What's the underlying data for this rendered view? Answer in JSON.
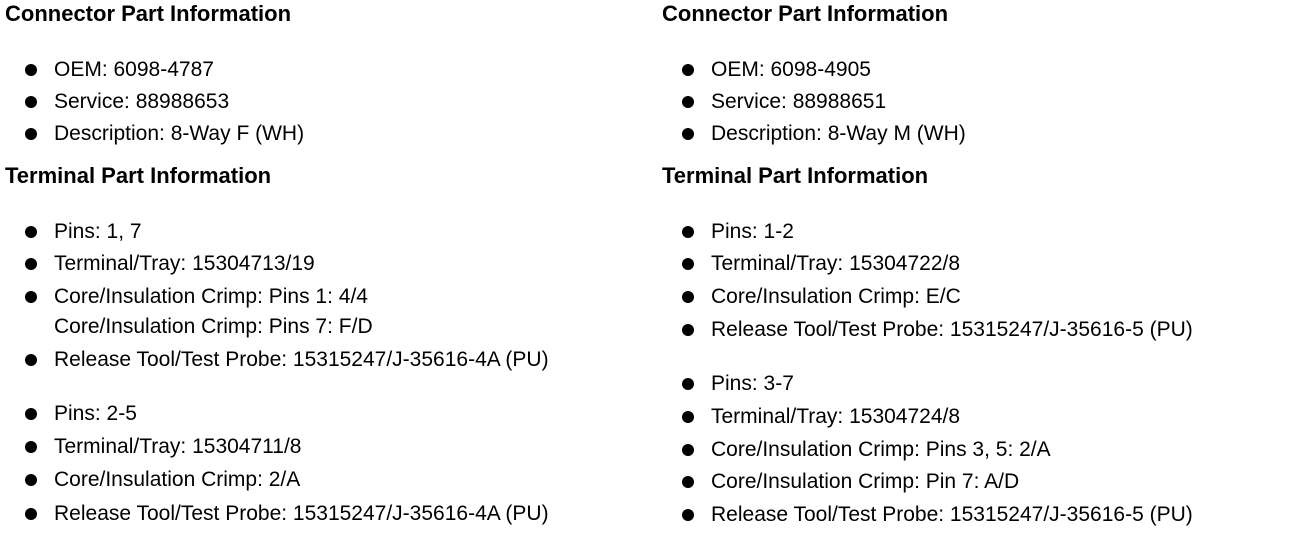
{
  "left": {
    "connector_heading": "Connector Part Information",
    "connector_items": [
      "OEM: 6098-4787",
      "Service: 88988653",
      "Description: 8-Way F (WH)"
    ],
    "terminal_heading": "Terminal Part Information",
    "group1": {
      "pins": "Pins: 1, 7",
      "terminal_tray": "Terminal/Tray: 15304713/19",
      "crimp_line1": "Core/Insulation Crimp: Pins 1: 4/4",
      "crimp_line2": "Core/Insulation Crimp: Pins 7: F/D",
      "release_tool": "Release Tool/Test Probe: 15315247/J-35616-4A (PU)"
    },
    "group2": {
      "pins": "Pins: 2-5",
      "terminal_tray": "Terminal/Tray: 15304711/8",
      "crimp": "Core/Insulation Crimp: 2/A",
      "release_tool": "Release Tool/Test Probe: 15315247/J-35616-4A (PU)"
    }
  },
  "right": {
    "connector_heading": "Connector Part Information",
    "connector_items": [
      "OEM: 6098-4905",
      "Service: 88988651",
      "Description: 8-Way M (WH)"
    ],
    "terminal_heading": "Terminal Part Information",
    "group1": {
      "pins": "Pins: 1-2",
      "terminal_tray": "Terminal/Tray: 15304722/8",
      "crimp": "Core/Insulation Crimp: E/C",
      "release_tool": "Release Tool/Test Probe: 15315247/J-35616-5 (PU)"
    },
    "group2": {
      "pins": "Pins: 3-7",
      "terminal_tray": "Terminal/Tray: 15304724/8",
      "crimp_line1": "Core/Insulation Crimp: Pins 3, 5: 2/A",
      "crimp_line2": "Core/Insulation Crimp: Pin 7: A/D",
      "release_tool": "Release Tool/Test Probe: 15315247/J-35616-5 (PU)"
    }
  }
}
